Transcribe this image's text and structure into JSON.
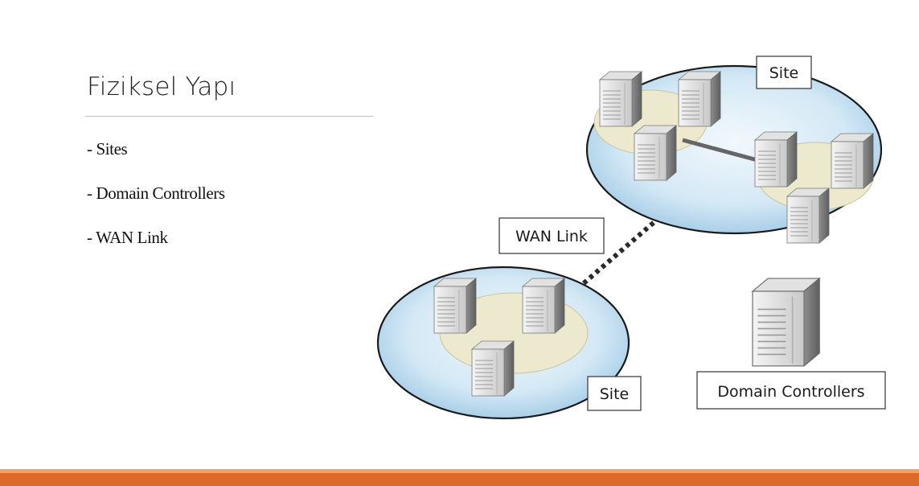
{
  "slide": {
    "title": "Fiziksel Yapı",
    "bullets": [
      "- Sites",
      "- Domain Controllers",
      "- WAN Link"
    ]
  },
  "diagram": {
    "site_top_label": "Site",
    "site_bottom_label": "Site",
    "wan_label": "WAN Link",
    "dc_label": "Domain Controllers"
  },
  "colors": {
    "accent_bar": "#dc6a2a",
    "site_fill": "#bcdcef",
    "inner_fill": "#ece9cf"
  }
}
